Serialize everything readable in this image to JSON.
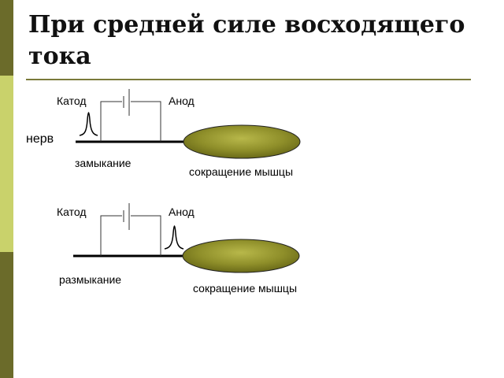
{
  "slide": {
    "title": "При средней силе восходящего тока",
    "accent_colors": {
      "dark_olive": "#6b6b2a",
      "light_olive": "#c9d26b",
      "muscle": "#8f8f2a"
    }
  },
  "diagram_top": {
    "cathode_label": "Катод",
    "anode_label": "Анод",
    "nerve_label": "нерв",
    "event_label": "замыкание",
    "result_label": "сокращение мышцы"
  },
  "diagram_bottom": {
    "cathode_label": "Катод",
    "anode_label": "Анод",
    "event_label": "размыкание",
    "result_label": "сокращение мышцы"
  }
}
